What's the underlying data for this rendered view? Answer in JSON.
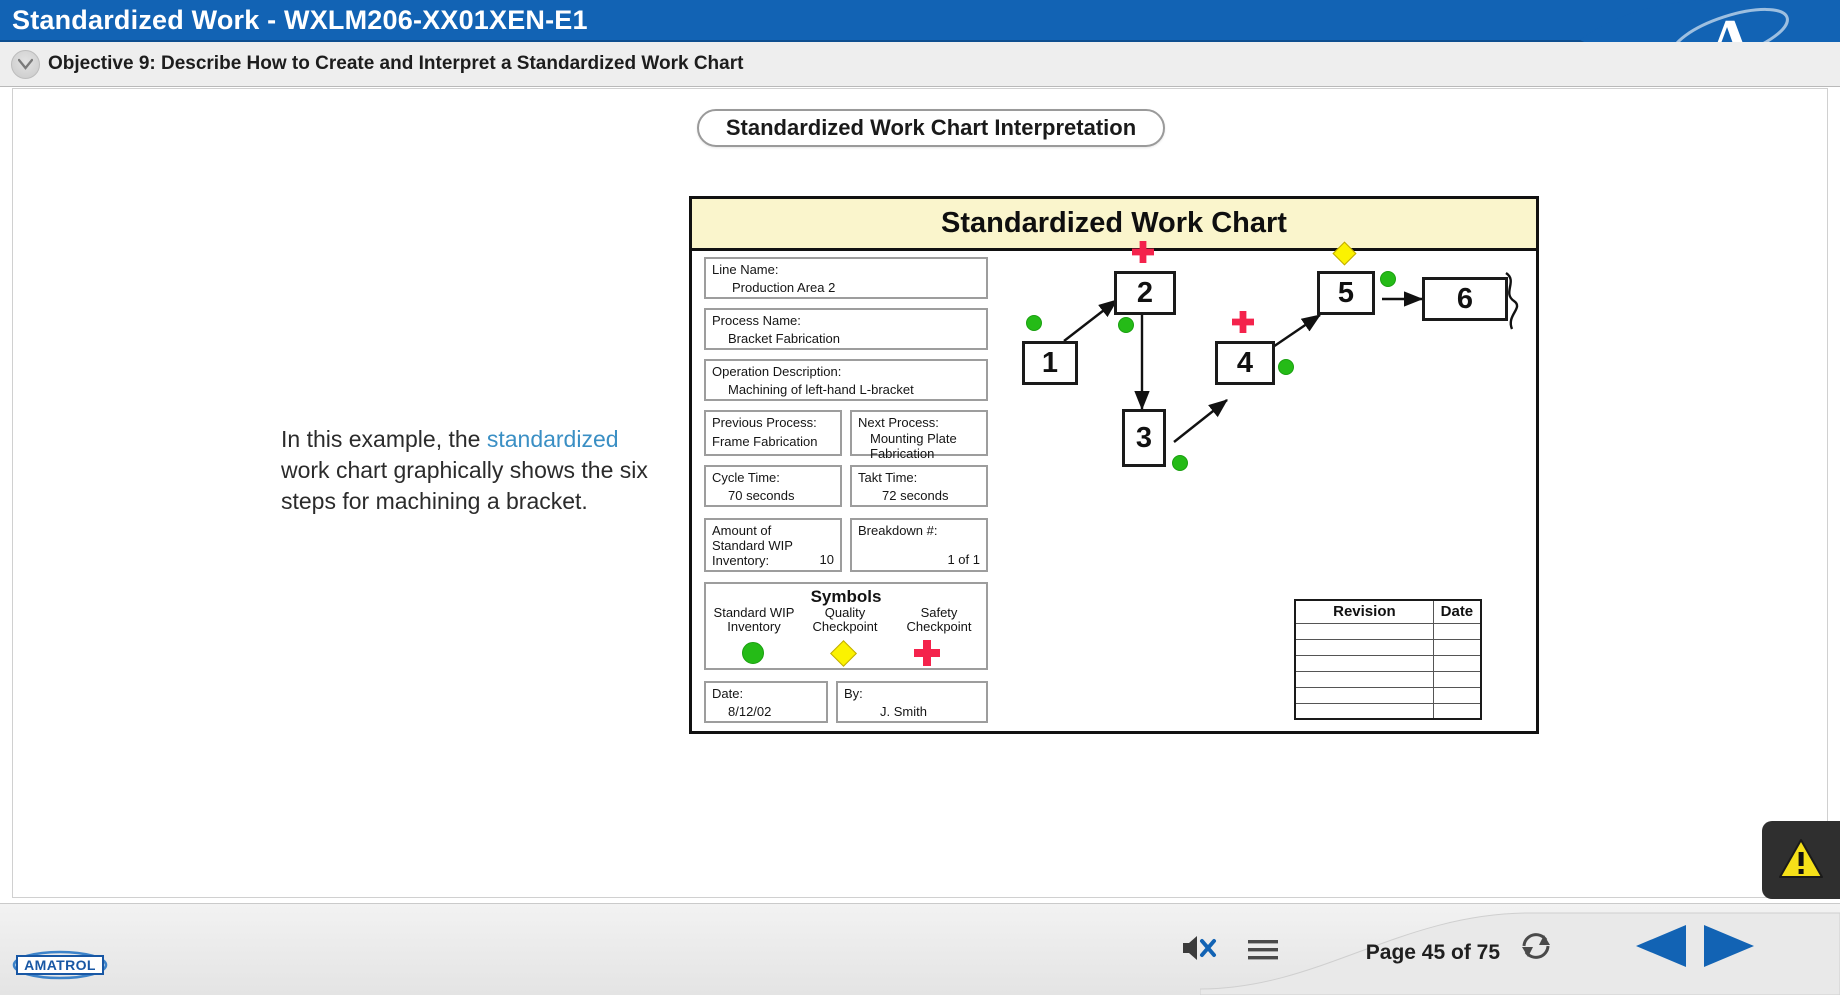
{
  "titlebar": {
    "title": "Standardized Work - WXLM206-XX01XEN-E1",
    "logo_letter": "A",
    "bg_color": "#1263b4"
  },
  "objective_bar": {
    "collapse_icon": "chevron-down-icon",
    "text": "Objective 9: Describe How to Create and Interpret a Standardized Work Chart"
  },
  "content": {
    "section_heading": "Standardized Work Chart Interpretation",
    "paragraph": {
      "before": "In this example, the ",
      "highlight": "standardized",
      "after": " work chart graphically shows the six steps for machining a bracket."
    }
  },
  "work_chart": {
    "banner_title": "Standardized Work Chart",
    "banner_bg": "#faf5cc",
    "fields": [
      {
        "label": "Line Name:",
        "value": "Production Area 2"
      },
      {
        "label": "Process Name:",
        "value": "Bracket Fabrication"
      },
      {
        "label": "Operation Description:",
        "value": "Machining of left-hand L-bracket"
      },
      {
        "label": "Previous Process:",
        "value": "Frame Fabrication"
      },
      {
        "label": "Next Process:",
        "value": "Mounting Plate Fabrication"
      },
      {
        "label": "Cycle Time:",
        "value": "70 seconds"
      },
      {
        "label": "Takt Time:",
        "value": "72 seconds"
      },
      {
        "label": "Amount of Standard WIP Inventory:",
        "value": "10"
      },
      {
        "label": "Breakdown #:",
        "value": "1 of 1"
      },
      {
        "label": "Date:",
        "value": "8/12/02"
      },
      {
        "label": "By:",
        "value": "J. Smith"
      }
    ],
    "symbols": {
      "title": "Symbols",
      "items": [
        {
          "name": "Standard WIP Inventory",
          "glyph": "green-circle-icon",
          "color": "#25bb17"
        },
        {
          "name": "Quality Checkpoint",
          "glyph": "yellow-diamond-icon",
          "color": "#fbf200"
        },
        {
          "name": "Safety Checkpoint",
          "glyph": "red-cross-icon",
          "color": "#f4234c"
        }
      ]
    },
    "revision_table": {
      "headers": [
        "Revision",
        "Date"
      ],
      "empty_rows": 6
    }
  },
  "chart_data": {
    "type": "diagram",
    "title": "Standardized Work Chart",
    "nodes": [
      {
        "id": "1",
        "label": "1"
      },
      {
        "id": "2",
        "label": "2"
      },
      {
        "id": "3",
        "label": "3"
      },
      {
        "id": "4",
        "label": "4"
      },
      {
        "id": "5",
        "label": "5"
      },
      {
        "id": "6",
        "label": "6"
      }
    ],
    "edges": [
      {
        "from": "1",
        "to": "2"
      },
      {
        "from": "2",
        "to": "3"
      },
      {
        "from": "3",
        "to": "4"
      },
      {
        "from": "4",
        "to": "5"
      },
      {
        "from": "5",
        "to": "6"
      }
    ],
    "markers": [
      {
        "type": "green-circle",
        "near": "1",
        "meaning": "Standard WIP Inventory"
      },
      {
        "type": "green-circle",
        "near": "2",
        "meaning": "Standard WIP Inventory"
      },
      {
        "type": "green-circle",
        "near": "3",
        "meaning": "Standard WIP Inventory"
      },
      {
        "type": "green-circle",
        "near": "4",
        "meaning": "Standard WIP Inventory"
      },
      {
        "type": "green-circle",
        "near": "5",
        "meaning": "Standard WIP Inventory"
      },
      {
        "type": "red-cross",
        "near": "2",
        "meaning": "Safety Checkpoint"
      },
      {
        "type": "red-cross",
        "near": "4",
        "meaning": "Safety Checkpoint"
      },
      {
        "type": "yellow-diamond",
        "near": "5",
        "meaning": "Quality Checkpoint"
      }
    ]
  },
  "warning_panel": {
    "icon": "warning-triangle-icon",
    "color": "#f5e019"
  },
  "bottombar": {
    "brand": "AMATROL",
    "page_label": "Page 45 of 75",
    "current_page": 45,
    "total_pages": 75,
    "icons": [
      "mute-speaker-icon",
      "menu-icon",
      "refresh-icon",
      "previous-arrow-icon",
      "next-arrow-icon"
    ]
  }
}
